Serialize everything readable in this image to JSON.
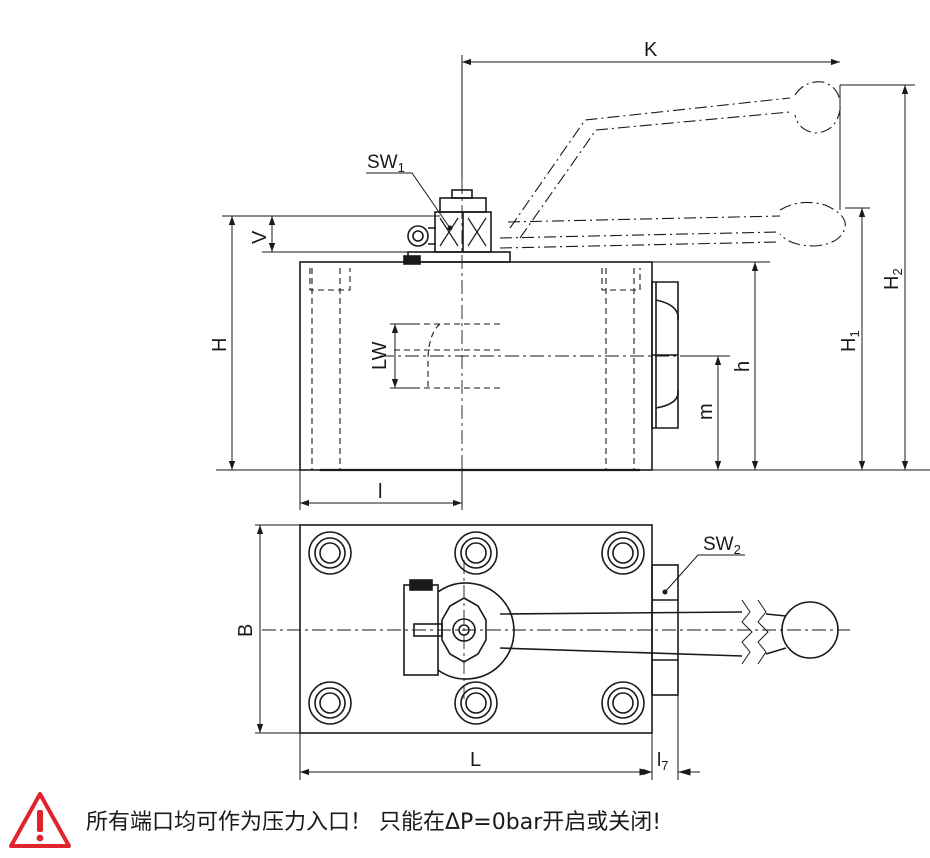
{
  "dims": {
    "K": "K",
    "SW1": "SW",
    "SW1_sub": "1",
    "V": "V",
    "H": "H",
    "LW": "LW",
    "h": "h",
    "m": "m",
    "H1": "H",
    "H1_sub": "1",
    "H2": "H",
    "H2_sub": "2",
    "l": "l",
    "B": "B",
    "SW2": "SW",
    "SW2_sub": "2",
    "L": "L",
    "l7": "l",
    "l7_sub": "7"
  },
  "warning": {
    "icon": "warning-triangle-icon",
    "color": "#e0242e",
    "text": "所有端口均可作为压力入口！ 只能在ΔP=0bar开启或关闭!"
  }
}
